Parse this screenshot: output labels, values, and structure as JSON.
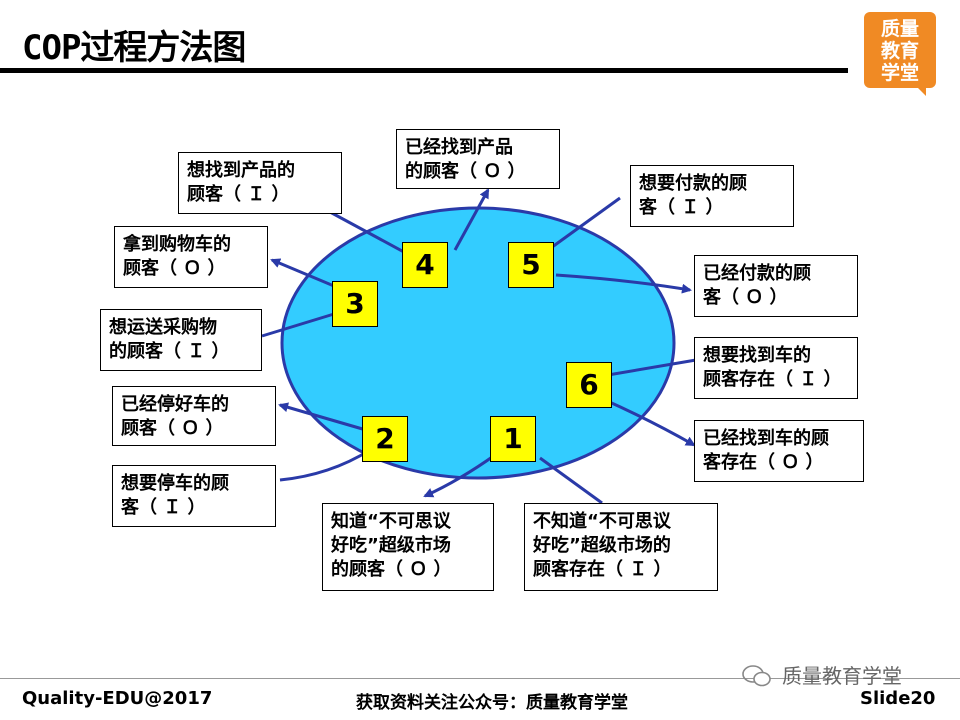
{
  "header": {
    "title": "COP过程方法图",
    "logo_text": "质量\n教育\n学堂"
  },
  "diagram": {
    "steps": [
      "1",
      "2",
      "3",
      "4",
      "5",
      "6"
    ],
    "boxes": {
      "b4in": "想找到产品的\n顾客（ Ｉ ）",
      "b4out": "已经找到产品\n的顾客（ Ｏ ）",
      "b5in": "想要付款的顾\n客（ Ｉ ）",
      "b5out": "已经付款的顾\n客（ Ｏ ）",
      "b3out": "拿到购物车的\n顾客（ Ｏ ）",
      "b3in": "想运送采购物\n的顾客（ Ｉ ）",
      "b2out": "已经停好车的\n顾客（ Ｏ ）",
      "b2in": "想要停车的顾\n客（ Ｉ ）",
      "b6in": "想要找到车的\n顾客存在（ Ｉ ）",
      "b6out": "已经找到车的顾\n客存在（ Ｏ ）",
      "b1out": "知道“不可思议\n好吃”超级市场\n的顾客（ Ｏ ）",
      "b1in": "不知道“不可思议\n好吃”超级市场的\n顾客存在（ Ｉ ）"
    },
    "colors": {
      "ellipse_fill": "#33ccff",
      "ellipse_stroke": "#2a3aa8",
      "arrow": "#2a3aa8",
      "number_fill": "#ffff00"
    }
  },
  "footer": {
    "left": "Quality-EDU@2017",
    "center": "获取资料关注公众号：质量教育学堂",
    "right": "Slide20",
    "watermark": "质量教育学堂"
  }
}
